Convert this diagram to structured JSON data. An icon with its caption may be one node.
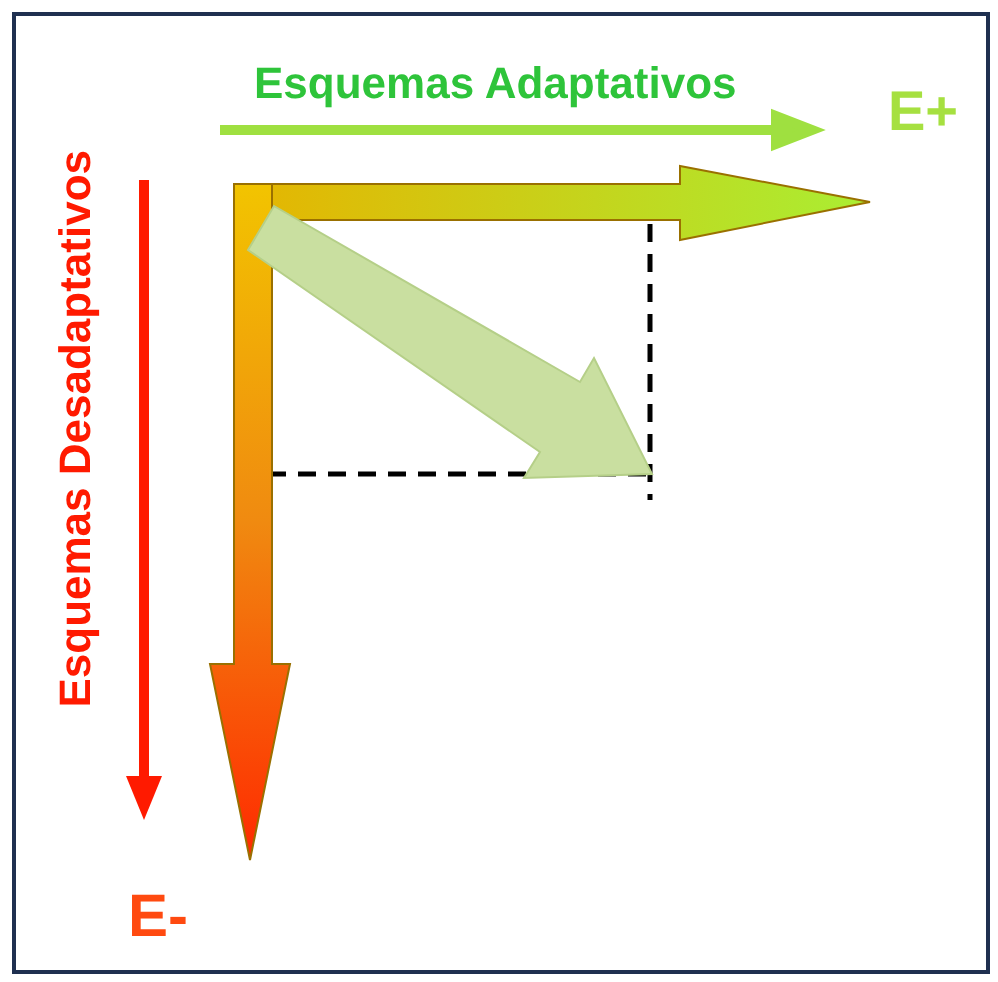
{
  "diagram": {
    "labels": [
      "Esquemas Adaptativos",
      "E+",
      "Esquemas Desadaptativos",
      "E-"
    ]
  }
}
